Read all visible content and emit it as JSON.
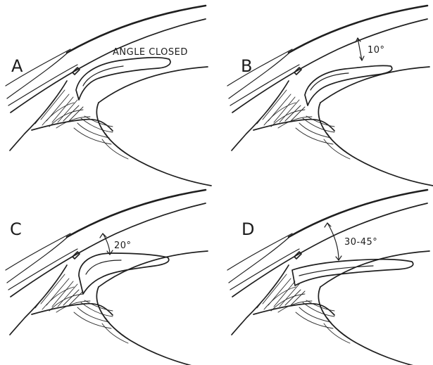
{
  "panels": [
    {
      "letter": "A",
      "annotation": "ANGLE CLOSED"
    },
    {
      "letter": "B",
      "annotation": "10°"
    },
    {
      "letter": "C",
      "annotation": "20°"
    },
    {
      "letter": "D",
      "annotation": "30-45°"
    }
  ]
}
